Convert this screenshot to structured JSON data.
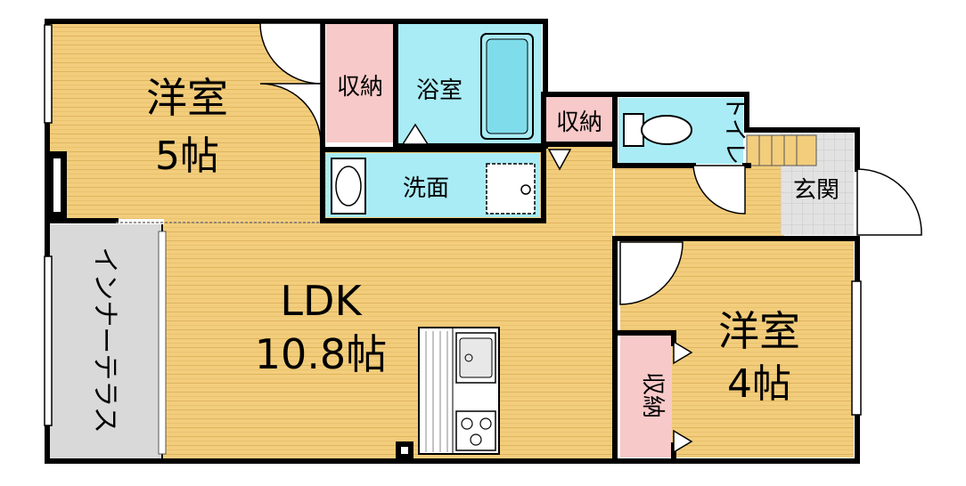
{
  "rooms": {
    "western_room_5": {
      "name": "洋室",
      "size": "5帖"
    },
    "western_room_4": {
      "name": "洋室",
      "size": "4帖"
    },
    "ldk": {
      "name": "LDK",
      "size": "10.8帖"
    },
    "bathroom": {
      "name": "浴室"
    },
    "washroom": {
      "name": "洗面"
    },
    "toilet": {
      "name": "トイレ"
    },
    "entrance": {
      "name": "玄関"
    },
    "inner_terrace": {
      "name": "インナーテラス"
    },
    "storage_top": {
      "name": "収納"
    },
    "storage_mid": {
      "name": "収納"
    },
    "storage_bottom": {
      "name": "収納"
    }
  },
  "colors": {
    "floor_wood": "#f2cd7c",
    "floor_wood_line": "#e0b45e",
    "water_area": "#a9ecf5",
    "storage": "#f8c9c9",
    "terrace": "#d9d9d9",
    "entrance_tile": "#e2e2e2",
    "wall": "#000000"
  }
}
